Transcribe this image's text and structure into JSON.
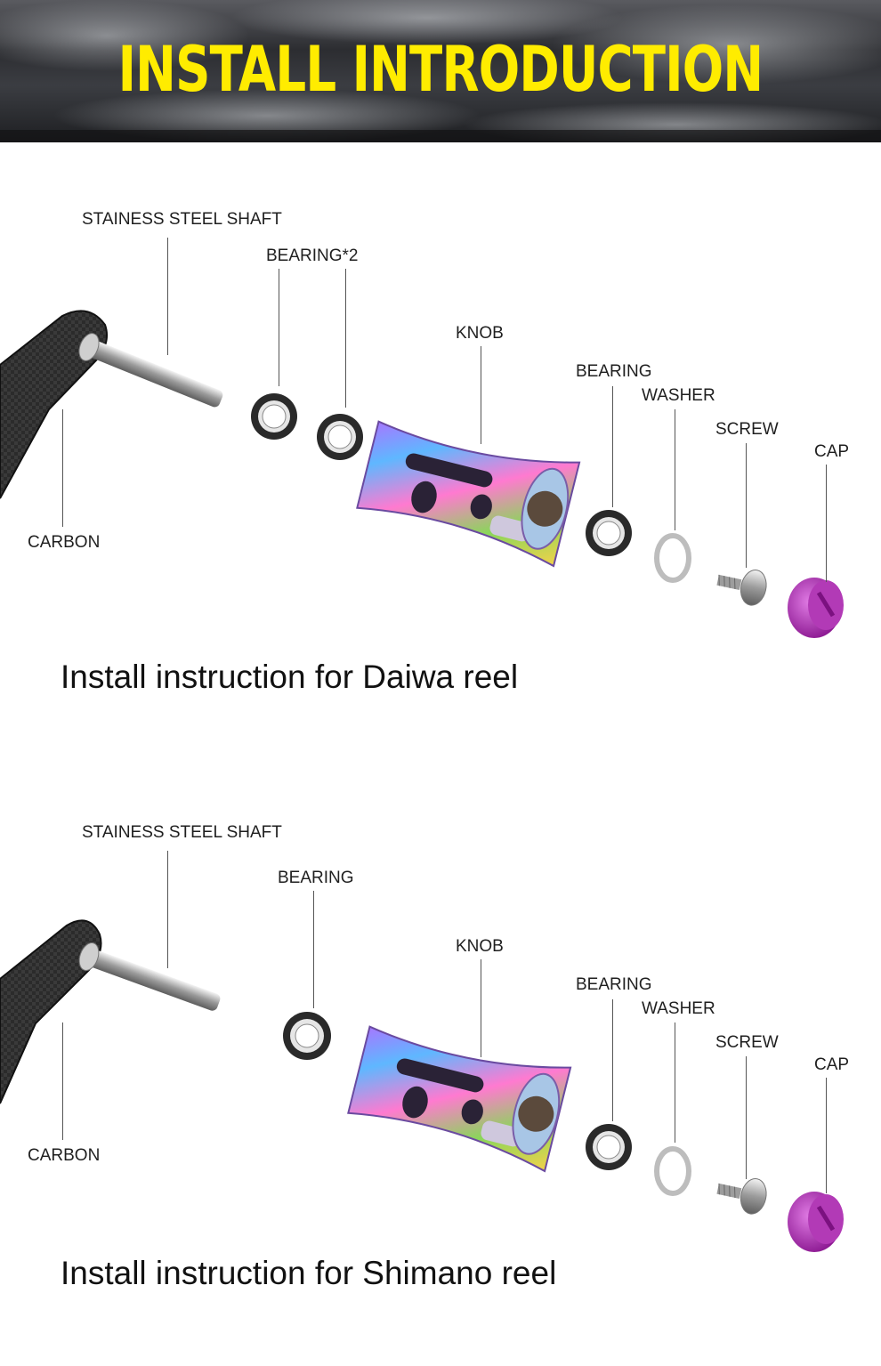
{
  "banner": {
    "title": "INSTALL INTRODUCTION"
  },
  "daiwa": {
    "labels": {
      "shaft": "STAINESS STEEL SHAFT",
      "bearing_pair": "BEARING*2",
      "knob": "KNOB",
      "bearing": "BEARING",
      "washer": "WASHER",
      "screw": "SCREW",
      "cap": "CAP",
      "carbon": "CARBON"
    },
    "caption": "Install instruction for Daiwa  reel"
  },
  "shimano": {
    "labels": {
      "shaft": "STAINESS STEEL SHAFT",
      "bearing_single": "BEARING",
      "knob": "KNOB",
      "bearing": "BEARING",
      "washer": "WASHER",
      "screw": "SCREW",
      "cap": "CAP",
      "carbon": "CARBON"
    },
    "caption": "Install instruction for Shimano reel"
  },
  "colors": {
    "title": "#ffec00",
    "cap": "#b02bb4",
    "text": "#1f1f1f"
  }
}
